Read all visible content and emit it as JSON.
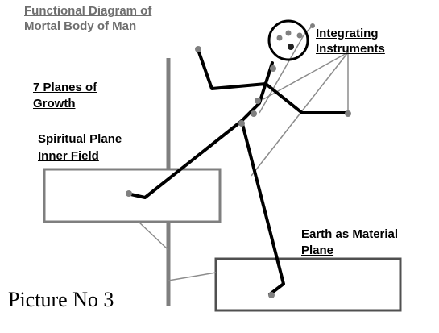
{
  "labels": {
    "title_line1": "Functional Diagram of",
    "title_line2": "Mortal Body of Man",
    "planes_line1": "7 Planes of",
    "planes_line2": "Growth",
    "spiritual_line1": "Spiritual Plane",
    "spiritual_line2": "Inner Field",
    "integrating_line1": "Integrating",
    "integrating_line2": "Instruments",
    "earth_line1": "Earth as Material",
    "earth_line2": "Plane"
  },
  "caption": "Picture No 3",
  "colors": {
    "background": "#ffffff",
    "figure": "#000000",
    "axis": "#7f7f7f",
    "joints": "#808080",
    "planes": "#7f7f7f",
    "label_text": "#6e6e6e",
    "label_dark": "#000000"
  }
}
